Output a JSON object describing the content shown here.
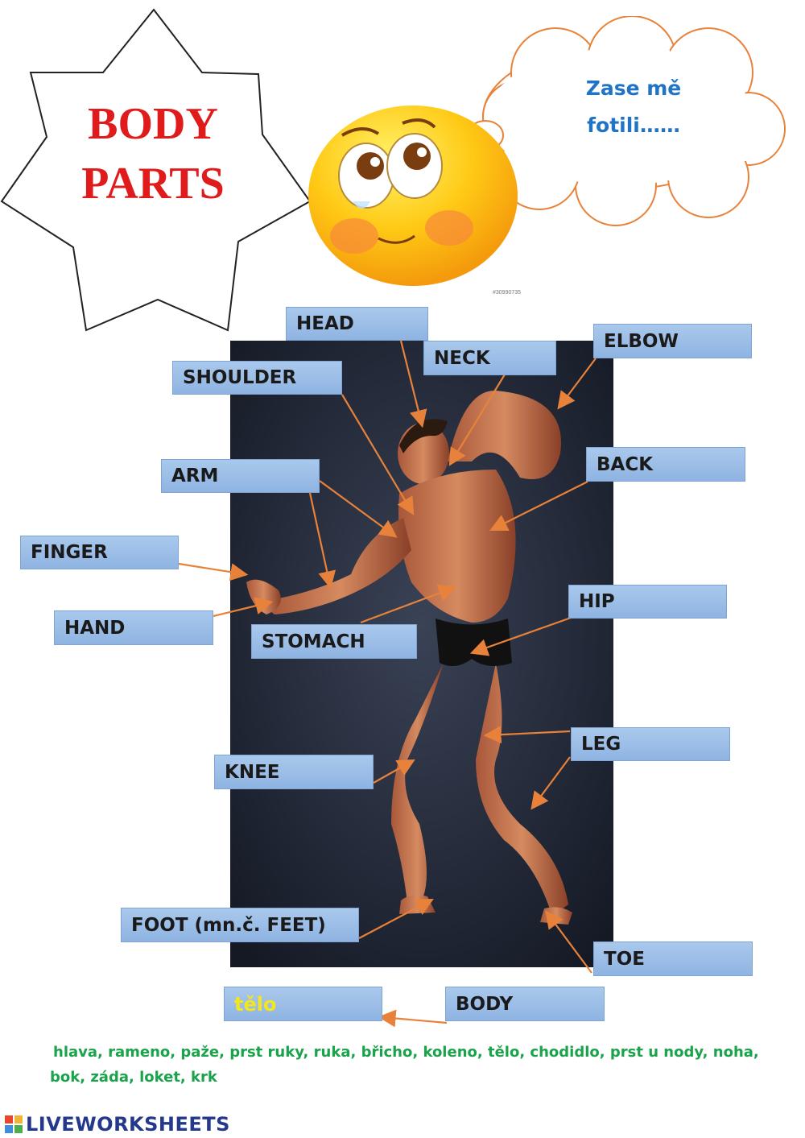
{
  "title": {
    "line1": "BODY",
    "line2": "PARTS"
  },
  "thought": {
    "line1": "Zase  mě",
    "line2": "fotili……"
  },
  "stock_id": "#30990735",
  "labels": {
    "head": "HEAD",
    "neck": "NECK",
    "elbow": "ELBOW",
    "shoulder": "SHOULDER",
    "back": "BACK",
    "arm": "ARM",
    "finger": "FINGER",
    "hand": "HAND",
    "stomach": "STOMACH",
    "hip": "HIP",
    "leg": "LEG",
    "knee": "KNEE",
    "foot": "FOOT (mn.č. FEET)",
    "toe": "TOE",
    "body": "BODY"
  },
  "answer": {
    "body": "tělo"
  },
  "word_bank": {
    "line1": "hlava, rameno, paže, prst ruky, ruka, břicho, koleno, tělo, chodidlo, prst u nody, noha,",
    "line2": "bok, záda, loket, krk"
  },
  "footer": {
    "brand": "LIVEWORKSHEETS"
  },
  "colors": {
    "label_fill": "#9dbfe8",
    "arrow": "#e8823a",
    "title_red": "#e01b1b",
    "answer_yellow": "#f5e61b",
    "word_green": "#1aa34a"
  }
}
